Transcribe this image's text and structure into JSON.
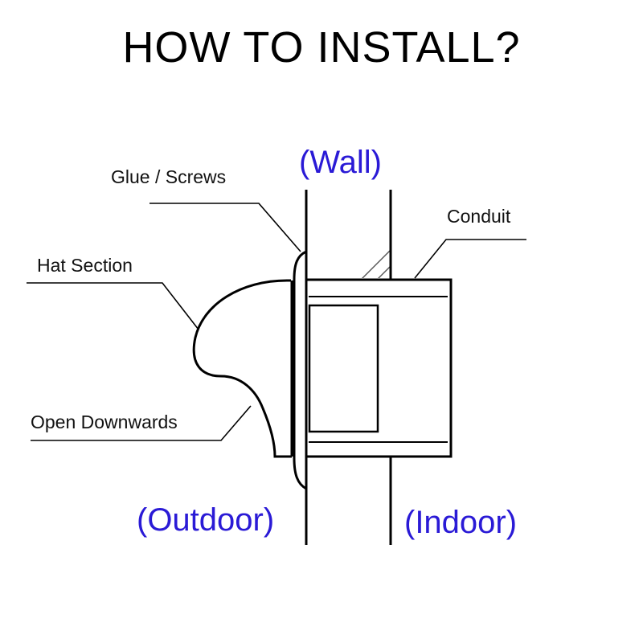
{
  "title": "HOW TO INSTALL?",
  "labels": {
    "glue": "Glue /  Screws",
    "conduit": "Conduit",
    "hat": "Hat Section",
    "open": "Open Downwards"
  },
  "locations": {
    "wall": "(Wall)",
    "outdoor": "(Outdoor)",
    "indoor": "(Indoor)"
  },
  "colors": {
    "location_text": "#2a1ad6",
    "line": "#000000"
  }
}
